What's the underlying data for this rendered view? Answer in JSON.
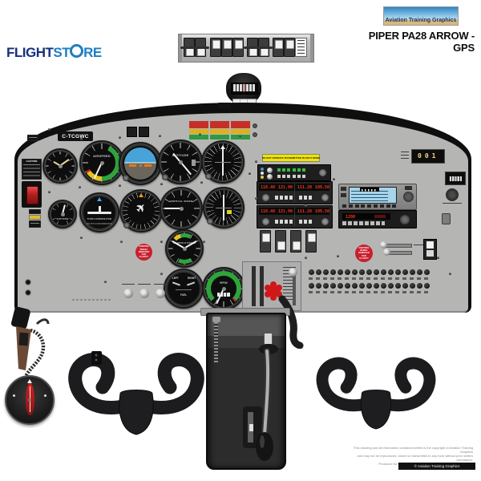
{
  "brand": {
    "flight": "FLIGHT",
    "store_left": "ST",
    "store_right": "RE"
  },
  "atg": {
    "logo_text": "Aviation Training Graphics",
    "title": "PIPER PA28 ARROW - GPS"
  },
  "panel": {
    "registration": "C-TCGWC",
    "placards": {
      "split_mode": "DO NOT OPERATE TRANSMITTER IN SPLIT MODE",
      "removed_for_clarity": "CONTROL WHEEL REMOVED FOR CLARITY",
      "caution": "CAUTION"
    },
    "instruments": {
      "airspeed": "AIRSPEED",
      "altimeter": "ALTITUDE",
      "vsi": "VERTICAL SPEED",
      "turn": "TURN COORDINATOR",
      "no_pitch": "NO PITCH INFORMATION",
      "suction": "SUCTION",
      "fuel_left": "LEFT",
      "fuel_right": "RIGHT",
      "fuel": "FUEL",
      "tach": "RPM",
      "manifold": "MANIFOLD PRESS"
    },
    "radios": {
      "radio1": {
        "com_active": "118.40",
        "com_standby": "121.90",
        "nav_active": "111.20",
        "nav_standby": "109.50"
      },
      "radio2": {
        "com_active": "118.40",
        "com_standby": "121.90",
        "nav_active": "111.20",
        "nav_standby": "109.50"
      }
    },
    "transponder": {
      "code": "1200"
    },
    "hour_counter": "001"
  },
  "footer": {
    "line1": "This drawing and all information contained within is the copyright of Aviation Training Graphics",
    "line2": "and may not be reproduced, stored or transmitted in any form without prior written permission.",
    "line3": "Produced for flight training reference only - not for operational use.",
    "bar": "© Aviation Training Graphics"
  },
  "colors": {
    "panel": "#b5b6b4",
    "digit_red": "#ff3318",
    "annunciator_red": "#c43028",
    "annunciator_yellow": "#ddb020",
    "annunciator_green": "#2f9a40",
    "gear_knob_red": "#d01818",
    "logo_dark_blue": "#16307e",
    "logo_light_blue": "#1e7ec2"
  }
}
